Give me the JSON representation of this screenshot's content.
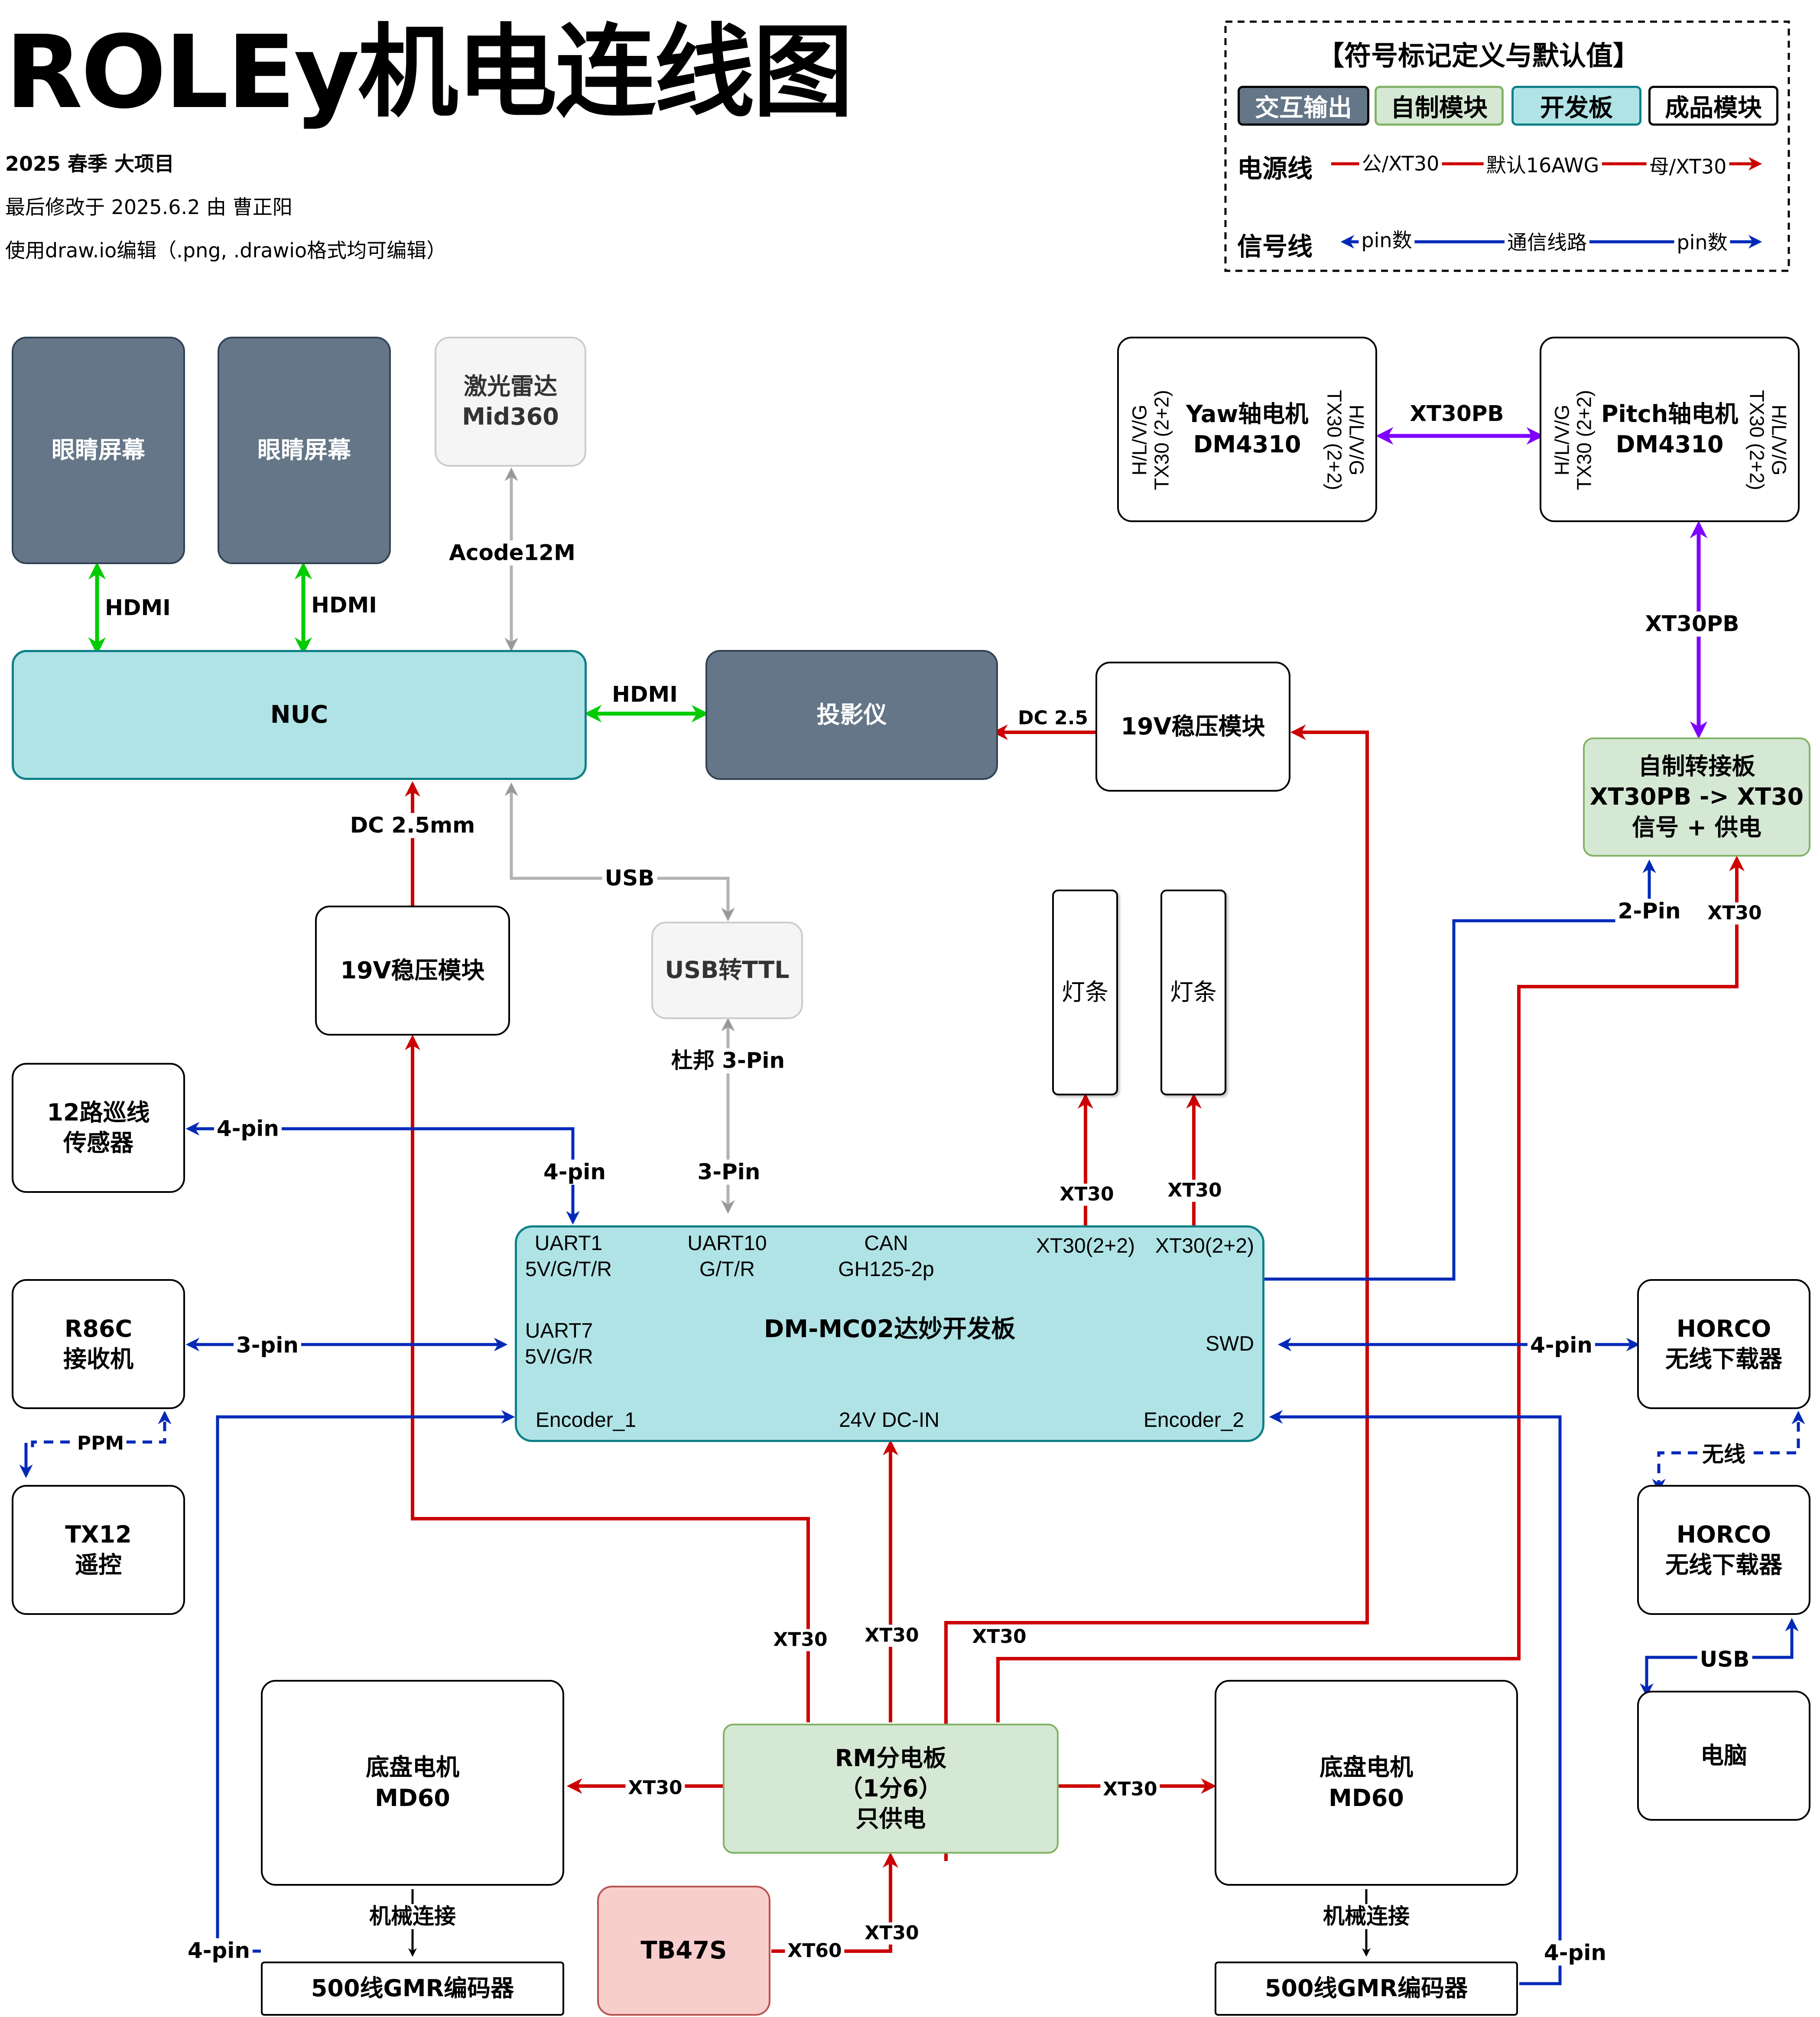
{
  "header": {
    "title": "ROLEy机电连线图",
    "line1": "2025 春季 大项目",
    "line2": "最后修改于 2025.6.2 由 曹正阳",
    "line3": "使用draw.io编辑（.png, .drawio格式均可编辑）"
  },
  "legend": {
    "title": "【符号标记定义与默认值】",
    "tags": [
      "交互输出",
      "自制模块",
      "开发板",
      "成品模块"
    ],
    "power_label": "电源线",
    "power_parts": [
      "公/XT30",
      "默认16AWG",
      "母/XT30"
    ],
    "signal_label": "信号线",
    "signal_parts": [
      "pin数",
      "通信线路",
      "pin数"
    ]
  },
  "nodes": {
    "eye1": "眼睛屏幕",
    "eye2": "眼睛屏幕",
    "lidar": "激光雷达\nMid360",
    "nuc": "NUC",
    "projector": "投影仪",
    "reg19v_top": "19V稳压模块",
    "reg19v_left": "19V稳压模块",
    "usb_ttl": "USB转TTL",
    "line_sensor": "12路巡线\n传感器",
    "r86c": "R86C\n接收机",
    "tx12": "TX12\n遥控",
    "lightbar1": "灯条",
    "lightbar2": "灯条",
    "yaw_motor": "Yaw轴电机\nDM4310",
    "pitch_motor": "Pitch轴电机\nDM4310",
    "adapter": "自制转接板\nXT30PB -> XT30\n信号 + 供电",
    "devboard": "DM-MC02达妙开发板",
    "horco1": "HORCO\n无线下载器",
    "horco2": "HORCO\n无线下载器",
    "pc": "电脑",
    "chassis_left": "底盘电机\nMD60",
    "chassis_right": "底盘电机\nMD60",
    "pdb": "RM分电板\n（1分6）\n只供电",
    "battery": "TB47S",
    "encoder_left": "500线GMR编码器",
    "encoder_right": "500线GMR编码器"
  },
  "motor_side": {
    "left": "H/L/V/G\nTX30 (2+2)",
    "right": "H/L/V/G\nTX30 (2+2)"
  },
  "ports": {
    "uart1": "UART1\n5V/G/T/R",
    "uart10": "UART10\nG/T/R",
    "can": "CAN\nGH125-2p",
    "xt30_a": "XT30(2+2)",
    "xt30_b": "XT30(2+2)",
    "uart7": "UART7\n5V/G/R",
    "swd": "SWD",
    "enc1": "Encoder_1",
    "dcin": "24V DC-IN",
    "enc2": "Encoder_2"
  },
  "edges": {
    "hdmi1": "HDMI",
    "hdmi2": "HDMI",
    "acode": "Acode12M",
    "hdmi3": "HDMI",
    "dc25": "DC 2.5",
    "dc25mm": "DC 2.5mm",
    "usb": "USB",
    "dupont": "杜邦 3-Pin",
    "pin3": "3-Pin",
    "pin4a": "4-pin",
    "pin4b": "4-pin",
    "pin3r": "3-pin",
    "ppm": "PPM",
    "xt30pb_h": "XT30PB",
    "xt30pb_v": "XT30PB",
    "pin2": "2-Pin",
    "xt30_adapter": "XT30",
    "xt30_lb1": "XT30",
    "xt30_lb2": "XT30",
    "pin4_swd": "4-pin",
    "wireless": "无线",
    "usb_pc": "USB",
    "xt30_p1": "XT30",
    "xt30_p2": "XT30",
    "xt30_p3": "XT30",
    "xt30_cl": "XT30",
    "xt30_cr": "XT30",
    "xt30_bat": "XT30",
    "xt60": "XT60",
    "mech1": "机械连接",
    "mech2": "机械连接",
    "pin4_el": "4-pin",
    "pin4_er": "4-pin"
  },
  "colors": {
    "power": "#cc0000",
    "signal": "#0029b8",
    "hdmi": "#00cc00",
    "gray_link": "#b3b3b3",
    "purple": "#7f00ff",
    "dark_box": "#647687",
    "teal_box": "#b0e3e6",
    "green_box": "#d5e8d4",
    "pink_box": "#f8cecc"
  }
}
